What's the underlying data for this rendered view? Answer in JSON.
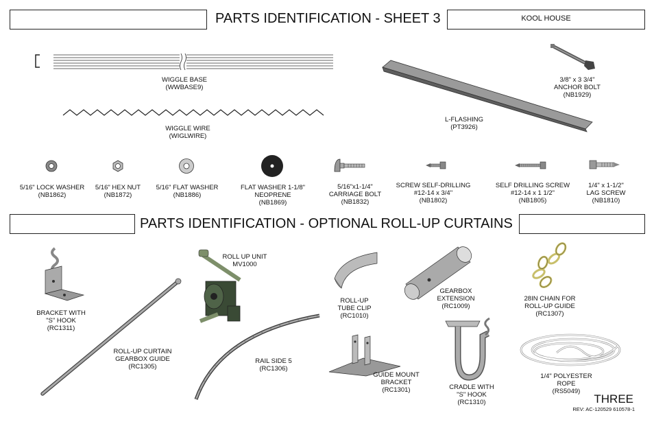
{
  "header": {
    "title": "PARTS IDENTIFICATION - SHEET 3",
    "model": "KOOL HOUSE"
  },
  "section2": {
    "title": "PARTS IDENTIFICATION  - OPTIONAL ROLL-UP CURTAINS"
  },
  "parts": {
    "wiggle_base": {
      "name": "WIGGLE BASE",
      "code": "(WWBASE9)"
    },
    "wiggle_wire": {
      "name": "WIGGLE WIRE",
      "code": "(WIGLWIRE)"
    },
    "l_flashing": {
      "name": "L-FLASHING",
      "code": "(PT3926)"
    },
    "anchor_bolt": {
      "name1": "3/8\" x 3 3/4\"",
      "name2": "ANCHOR BOLT",
      "code": "(NB1929)"
    },
    "lock_washer": {
      "name": "5/16\" LOCK WASHER",
      "code": "(NB1862)"
    },
    "hex_nut": {
      "name": "5/16\" HEX NUT",
      "code": "(NB1872)"
    },
    "flat_washer": {
      "name": "5/16\" FLAT WASHER",
      "code": "(NB1886)"
    },
    "neoprene_washer": {
      "name1": "FLAT WASHER 1-1/8\"",
      "name2": "NEOPRENE",
      "code": "(NB1869)"
    },
    "carriage_bolt": {
      "name1": "5/16\"x1-1/4\"",
      "name2": "CARRIAGE BOLT",
      "code": "(NB1832)"
    },
    "screw_34": {
      "name1": "SCREW SELF-DRILLING",
      "name2": "#12-14 x 3/4\"",
      "code": "(NB1802)"
    },
    "screw_112": {
      "name1": "SELF DRILLING SCREW",
      "name2": "#12-14 x 1 1/2\"",
      "code": "(NB1805)"
    },
    "lag_screw": {
      "name1": "1/4\" x 1-1/2\"",
      "name2": "LAG SCREW",
      "code": "(NB1810)"
    },
    "bracket_hook": {
      "name1": "BRACKET WITH",
      "name2": "\"S\" HOOK",
      "code": "(RC1311)"
    },
    "gearbox_guide": {
      "name1": "ROLL-UP CURTAIN",
      "name2": "GEARBOX GUIDE",
      "code": "(RC1305)"
    },
    "rollup_unit": {
      "name": "ROLL UP UNIT",
      "code": "MV1000"
    },
    "rail_side": {
      "name": "RAIL SIDE 5",
      "code": "(RC1306)"
    },
    "tube_clip": {
      "name1": "ROLL-UP",
      "name2": "TUBE CLIP",
      "code": "(RC1010)"
    },
    "gearbox_ext": {
      "name1": "GEARBOX",
      "name2": "EXTENSION",
      "code": "(RC1009)"
    },
    "chain": {
      "name1": "28IN CHAIN FOR",
      "name2": "ROLL-UP GUIDE",
      "code": "(RC1307)"
    },
    "guide_mount": {
      "name1": "GUIDE MOUNT",
      "name2": "BRACKET",
      "code": "(RC1301)"
    },
    "cradle": {
      "name1": "CRADLE WITH",
      "name2": "\"S\" HOOK",
      "code": "(RC1310)"
    },
    "rope": {
      "name1": "1/4\" POLYESTER",
      "name2": "ROPE",
      "code": "(RS5049)"
    }
  },
  "footer": {
    "sheet": "THREE",
    "rev": "REV: AC-120529   610578-1"
  }
}
